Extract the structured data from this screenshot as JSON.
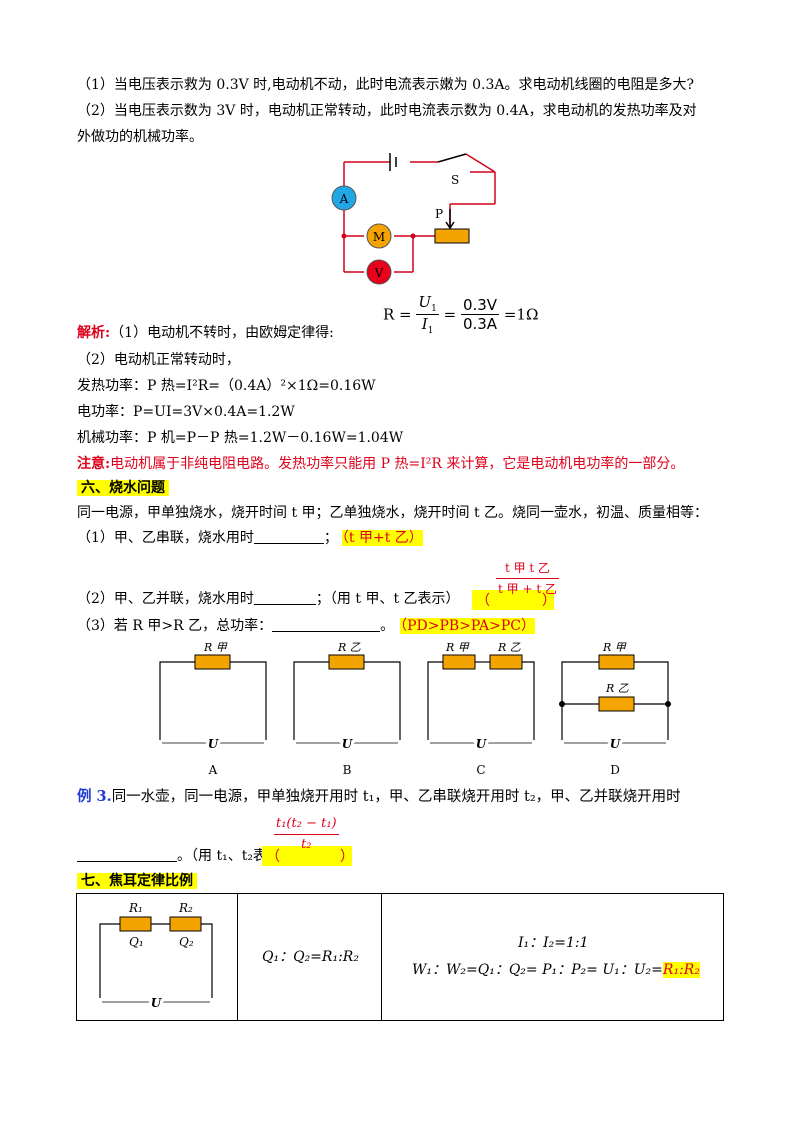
{
  "q1": "（1）当电压表示救为 0.3V 时,电动机不动，此时电流表示嫩为 0.3A。求电动机线圈的电阻是多大?",
  "q2a": "（2）当电压表示数为 3V 时，电动机正常转动，此时电流表示数为 0.4A，求电动机的发热功率及对",
  "q2b": "外做功的机械功率。",
  "circuit1": {
    "ammeter": "A",
    "motor": "M",
    "voltmeter": "V",
    "switch": "S",
    "slider": "P"
  },
  "formula_R": {
    "lhs": "R =",
    "num1": "U",
    "num1_sub": "1",
    "den1": "I",
    "den1_sub": "1",
    "eq": "=",
    "num2": "0.3V",
    "den2": "0.3A",
    "result": "=1Ω"
  },
  "jiexi": {
    "label": "解析:",
    "text": "（1）电动机不转时，由欧姆定律得:"
  },
  "l2": "（2）电动机正常转动时，",
  "l3": "发热功率：P 热=I²R=（0.4A）²×1Ω=0.16W",
  "l4": "电功率：P=UI=3V×0.4A=1.2W",
  "l5": "机械功率：P 机=P－P 热=1.2W－0.16W=1.04W",
  "note": {
    "label": "注意:",
    "text": "电动机属于非纯电阻电路。发热功率只能用 P 热=I²R 来计算，它是电动机电功率的一部分。"
  },
  "sec6": "六、烧水问题",
  "p6": "同一电源，甲单独烧水，烧开时间 t 甲；乙单独烧水，烧开时间 t 乙。烧同一壶水，初温、质量相等：",
  "s1": {
    "text": "（1）甲、乙串联，烧水用时",
    "sep": "；",
    "ans": "（t 甲+t 乙）"
  },
  "s2": {
    "text": "（2）甲、乙并联，烧水用时",
    "mid": "；（用 t 甲、t 乙表示）",
    "open": "（",
    "num": "t 甲 t 乙",
    "den": "t 甲 + t 乙",
    "close": "）"
  },
  "s3": {
    "text": "（3）若 R 甲>R 乙，总功率：",
    "sep": "。",
    "ans": "（PD>PB>PA>PC）"
  },
  "circuits6": [
    {
      "label": "A",
      "r1": "R 甲",
      "u": "U"
    },
    {
      "label": "B",
      "r1": "R 乙",
      "u": "U"
    },
    {
      "label": "C",
      "r1": "R 甲",
      "r2": "R 乙",
      "u": "U"
    },
    {
      "label": "D",
      "r1": "R 甲",
      "r2": "R 乙",
      "u": "U"
    }
  ],
  "ex3": {
    "label": "例 3.",
    "text": "同一水壶，同一电源，甲单独烧开用时 t₁，甲、乙串联烧开用时 t₂，甲、乙并联烧开用时",
    "tail": "。（用 t₁、t₂表示）",
    "open": "（",
    "num": "t₁(t₂ − t₁)",
    "den": "t₂",
    "close": "）"
  },
  "sec7": "七、焦耳定律比例",
  "table7": {
    "r1": "R₁",
    "r2": "R₂",
    "q1": "Q₁",
    "q2": "Q₂",
    "u": "U",
    "ratio": "Q₁：Q₂=R₁:R₂",
    "line1": "I₁：I₂=1:1",
    "line2": "W₁：W₂=Q₁：Q₂= P₁：P₂= U₁：U₂=",
    "line2_ans": "R₁:R₂"
  }
}
